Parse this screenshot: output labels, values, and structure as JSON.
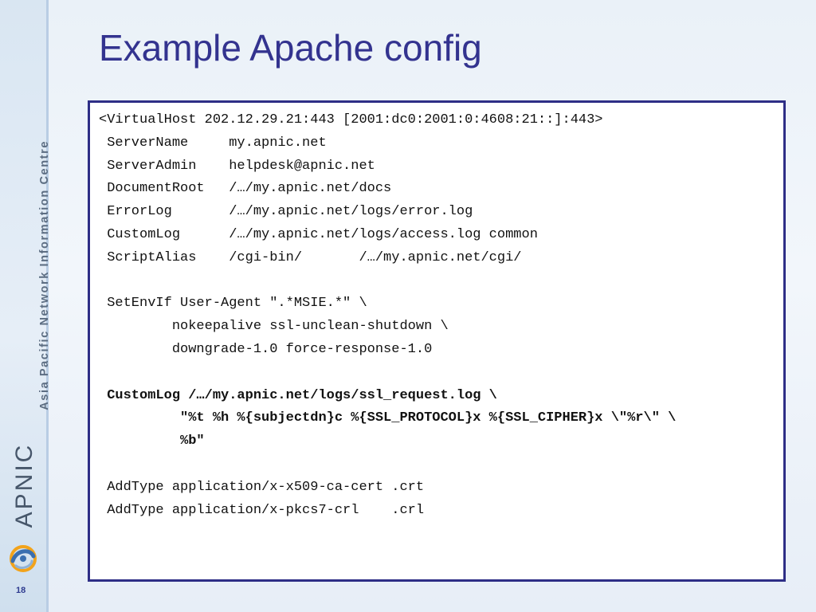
{
  "sidebar": {
    "org_name": "Asia Pacific Network Information Centre",
    "brand": "APNIC",
    "logo_icon": "apnic-swirl-logo",
    "page_number": "18"
  },
  "slide": {
    "title": "Example Apache config"
  },
  "code": {
    "lines": [
      {
        "text": "<VirtualHost 202.12.29.21:443 [2001:dc0:2001:0:4608:21::]:443>",
        "bold": false
      },
      {
        "text": " ServerName     my.apnic.net",
        "bold": false
      },
      {
        "text": " ServerAdmin    helpdesk@apnic.net",
        "bold": false
      },
      {
        "text": " DocumentRoot   /…/my.apnic.net/docs",
        "bold": false
      },
      {
        "text": " ErrorLog       /…/my.apnic.net/logs/error.log",
        "bold": false
      },
      {
        "text": " CustomLog      /…/my.apnic.net/logs/access.log common",
        "bold": false
      },
      {
        "text": " ScriptAlias    /cgi-bin/       /…/my.apnic.net/cgi/",
        "bold": false
      },
      {
        "text": "",
        "bold": false
      },
      {
        "text": " SetEnvIf User-Agent \".*MSIE.*\" \\",
        "bold": false
      },
      {
        "text": "         nokeepalive ssl-unclean-shutdown \\",
        "bold": false
      },
      {
        "text": "         downgrade-1.0 force-response-1.0",
        "bold": false
      },
      {
        "text": "",
        "bold": false
      },
      {
        "text": " CustomLog /…/my.apnic.net/logs/ssl_request.log \\",
        "bold": true
      },
      {
        "text": "          \"%t %h %{subjectdn}c %{SSL_PROTOCOL}x %{SSL_CIPHER}x \\\"%r\\\" \\",
        "bold": true
      },
      {
        "text": "          %b\"",
        "bold": true
      },
      {
        "text": "",
        "bold": false
      },
      {
        "text": " AddType application/x-x509-ca-cert .crt",
        "bold": false
      },
      {
        "text": " AddType application/x-pkcs7-crl    .crl",
        "bold": false
      }
    ]
  }
}
